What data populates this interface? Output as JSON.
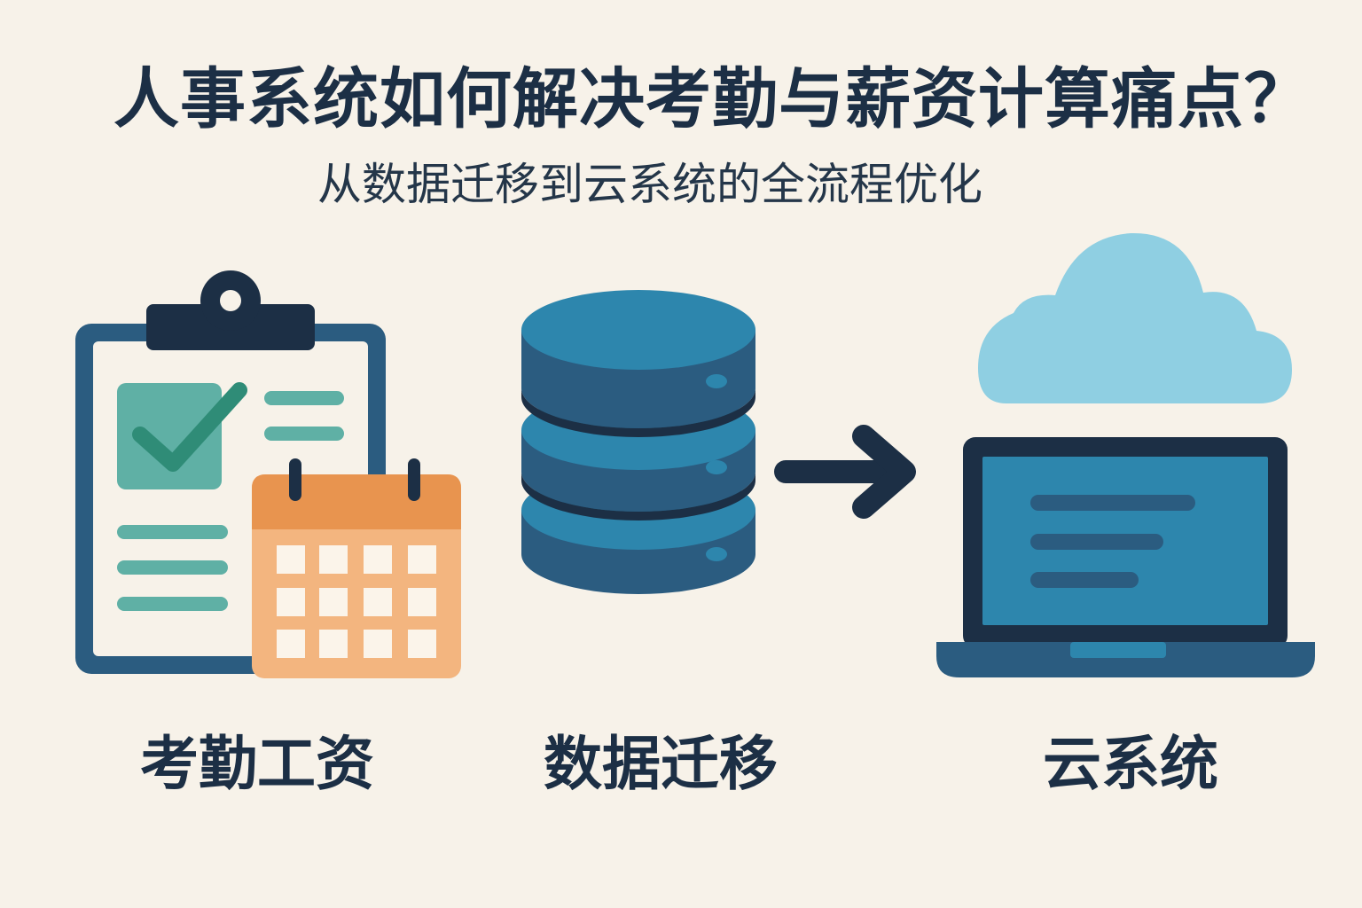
{
  "header": {
    "title": "人事系统如何解决考勤与薪资计算痛点？",
    "subtitle": "从数据迁移到云系统的全流程优化"
  },
  "steps": [
    {
      "label": "考勤工资",
      "icon": "clipboard-calendar-icon"
    },
    {
      "label": "数据迁移",
      "icon": "database-icon"
    },
    {
      "label": "云系统",
      "icon": "cloud-laptop-icon"
    }
  ],
  "colors": {
    "background": "#f7f2e9",
    "navy": "#1c2f45",
    "steel_blue": "#2b5c80",
    "teal": "#5fb0a5",
    "orange": "#e8944f",
    "light_orange": "#f3b57f",
    "sky_blue": "#8fcfe2",
    "screen_blue": "#2d86ad"
  }
}
